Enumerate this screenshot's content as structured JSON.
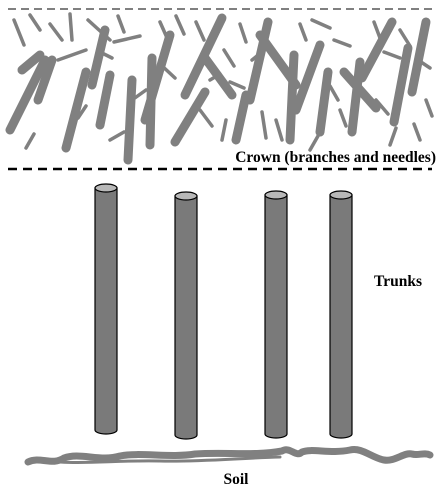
{
  "labels": {
    "crown": "Crown (branches and needles)",
    "trunks": "Trunks",
    "soil": "Soil"
  },
  "colors": {
    "element_gray": "#808080",
    "trunk_fill": "#7a7a7a",
    "trunk_top": "#b8b8b8",
    "outline": "#000000",
    "dashed_line": "#000000",
    "top_dashed_line": "#808080"
  }
}
